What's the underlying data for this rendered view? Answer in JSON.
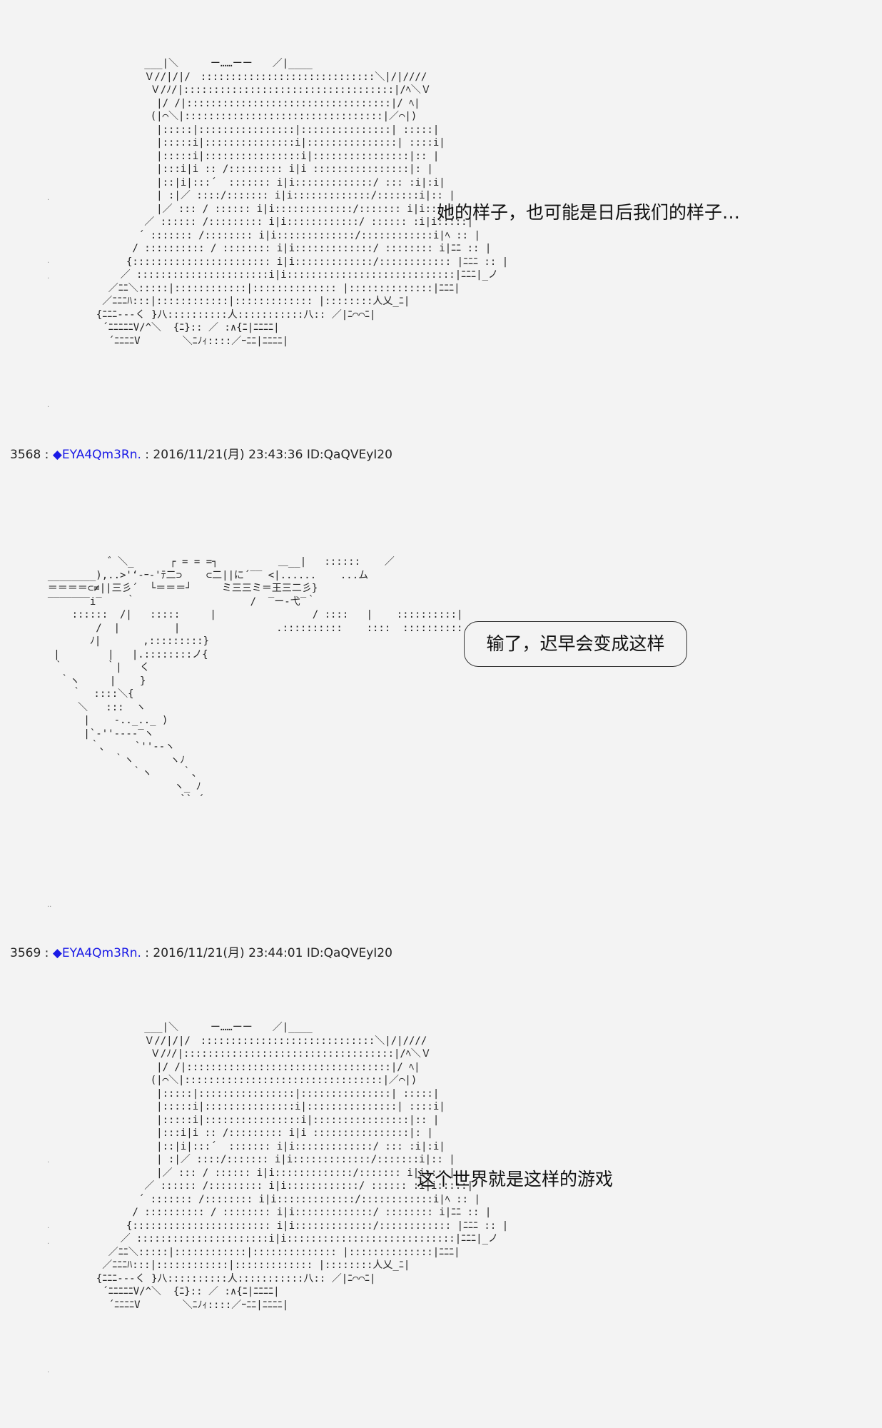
{
  "art": {
    "castle_1": "          ___|＼　　  ー……ーー　　／|____\n          Ｖ//|/|/　:::::::::::::::::::::::::::::＼|/|////\n           Ｖ/ﾉ/|:::::::::::::::::::::::::::::::::::|/ﾍ＼Ｖ\n            |/ /|::::::::::::::::::::::::::::::::::|/ ﾍ|\n           (|⌒＼|:::::::::::::::::::::::::::::::::|／⌒|)\n            |:::::|::::::::::::::::|:::::::::::::::| :::::|\n            |:::::i|:::::::::::::::i|:::::::::::::::| ::::i|\n            |:::::i|::::::::::::::::i|::::::::::::::::|:: |\n            |:::i|i :: /::::::::: i|i ::::::::::::::::|: |\n            |::|i|:::´  ::::::: i|i:::::::::::::/ ::: :i|:i|\n            | :|／ ::::/::::::: i|i:::::::::::::/:::::::i|:: |\n            |／ ::: / :::::: i|i:::::::::::::/::::::: i|i::: |\n          ／ :::::: /::::::::: i|i::::::::::::/ :::::: :i|i:::::|\n         ´ ::::::: /:::::::: i|i:::::::::::::/::::::::::::i|ﾍ :: |\n        / :::::::::: / :::::::: i|i:::::::::::::/ :::::::: i|ﾆﾆ :: |\n       {::::::::::::::::::::::: i|i:::::::::::::/:::::::::::: |ﾆﾆﾆ :: |\n      ／ ::::::::::::::::::::::i|i::::::::::::::::::::::::::::|ﾆﾆﾆ|_ノ\n    ／ﾆﾆ＼:::::|::::::::::::|:::::::::::::: |::::::::::::::|ﾆﾆﾆ|\n   ／ﾆﾆﾆﾊ:::|::::::::::::|::::::::::::: |::::::::人乂_ﾆ|\n  {ﾆﾆﾆ---く }八::::::::::人:::::::::::八:: ／|ﾆ⌒⌒ﾆ|\n   ´ﾆﾆﾆﾆﾆV/^＼  {ﾆ}:: ／ :∧{ﾆ|ﾆﾆﾆﾆ|\n    ´ﾆﾆﾆﾆV       ＼ﾆﾉｨ::::／ｰﾆﾆ|ﾆﾆﾆﾆ|",
    "castle_2": "          ___|＼　　  ー……ーー　　／|____\n          Ｖ//|/|/　:::::::::::::::::::::::::::::＼|/|////\n           Ｖ/ﾉ/|:::::::::::::::::::::::::::::::::::|/ﾍ＼Ｖ\n            |/ /|::::::::::::::::::::::::::::::::::|/ ﾍ|\n           (|⌒＼|:::::::::::::::::::::::::::::::::|／⌒|)\n            |:::::|::::::::::::::::|:::::::::::::::| :::::|\n            |:::::i|:::::::::::::::i|:::::::::::::::| ::::i|\n            |:::::i|::::::::::::::::i|::::::::::::::::|:: |\n            |:::i|i :: /::::::::: i|i ::::::::::::::::|: |\n            |::|i|:::´  ::::::: i|i:::::::::::::/ ::: :i|:i|\n            | :|／ ::::/::::::: i|i:::::::::::::/:::::::i|:: |\n            |／ ::: / :::::: i|i:::::::::::::/::::::: i|i::: |\n          ／ :::::: /::::::::: i|i::::::::::::/ :::::: :i|i:::::|\n         ´ ::::::: /:::::::: i|i:::::::::::::/::::::::::::i|ﾍ :: |\n        / :::::::::: / :::::::: i|i:::::::::::::/ :::::::: i|ﾆﾆ :: |\n       {::::::::::::::::::::::: i|i:::::::::::::/:::::::::::: |ﾆﾆﾆ :: |\n      ／ ::::::::::::::::::::::i|i::::::::::::::::::::::::::::|ﾆﾆﾆ|_ノ\n    ／ﾆﾆ＼:::::|::::::::::::|:::::::::::::: |::::::::::::::|ﾆﾆﾆ|\n   ／ﾆﾆﾆﾊ:::|::::::::::::|::::::::::::: |::::::::人乂_ﾆ|\n  {ﾆﾆﾆ---く }八::::::::::人:::::::::::八:: ／|ﾆ⌒⌒ﾆ|\n   ´ﾆﾆﾆﾆﾆV/^＼  {ﾆ}:: ／ :∧{ﾆ|ﾆﾆﾆﾆ|\n    ´ﾆﾆﾆﾆV       ＼ﾆﾉｨ::::／ｰﾆﾆ|ﾆﾆﾆﾆ|",
    "broken_sword": "            ゛＼_      ┌ = = =┐          ＿__|   ::::::    ／\n  ________)‚..>'‘-ｰ‐'ﾃ二⊃    ⊂二||に´‾‾ <|......    ...ム\n  ＝＝＝＝⊂≠||三彡´  └＝＝＝┘     ミ三三ミ＝王三二彡}\n  ‾‾‾‾‾‾‾i‾    ｀                   /  ‾ー‐弋‾｀\n      ::::::  /|   :::::     |                / ::::   |    ::::::::::|\n          /  |         |                .::::::::::    ::::  ::::::::::\n         ﾉ|       ,:::::::::}\n   |        |   |.::::::::ノ{\n   ｀       ｀|   く\n    ｀ヽ     |    }\n      ｀  ::::＼{\n       ＼   :::  ヽ\n        |    -.._.._ )\n        |`‐''‐--‐‾ヽ\n         ｀､     `''‐-ヽ\n             ｀ヽ      ヽﾉ\n                ｀ヽ     ｀､\n                       ヽ_ ﾉ\n                        `` ´"
  },
  "speech": {
    "line_1": "她的样子，也可能是日后我们的样子…",
    "line_2": "输了，迟早会变成这样",
    "line_3": "这个世界就是这样的游戏"
  },
  "posts": [
    {
      "number": "3568",
      "separator": " : ",
      "name": "◆EYA4Qm3Rn.",
      "date": " : 2016/11/21(月) 23:43:36 ID:QaQVEyI20"
    },
    {
      "number": "3569",
      "separator": " : ",
      "name": "◆EYA4Qm3Rn.",
      "date": " : 2016/11/21(月) 23:44:01 ID:QaQVEyI20"
    }
  ],
  "colors": {
    "background": "#f3f3f3",
    "name": "#1a1ae6",
    "text": "#111111"
  }
}
